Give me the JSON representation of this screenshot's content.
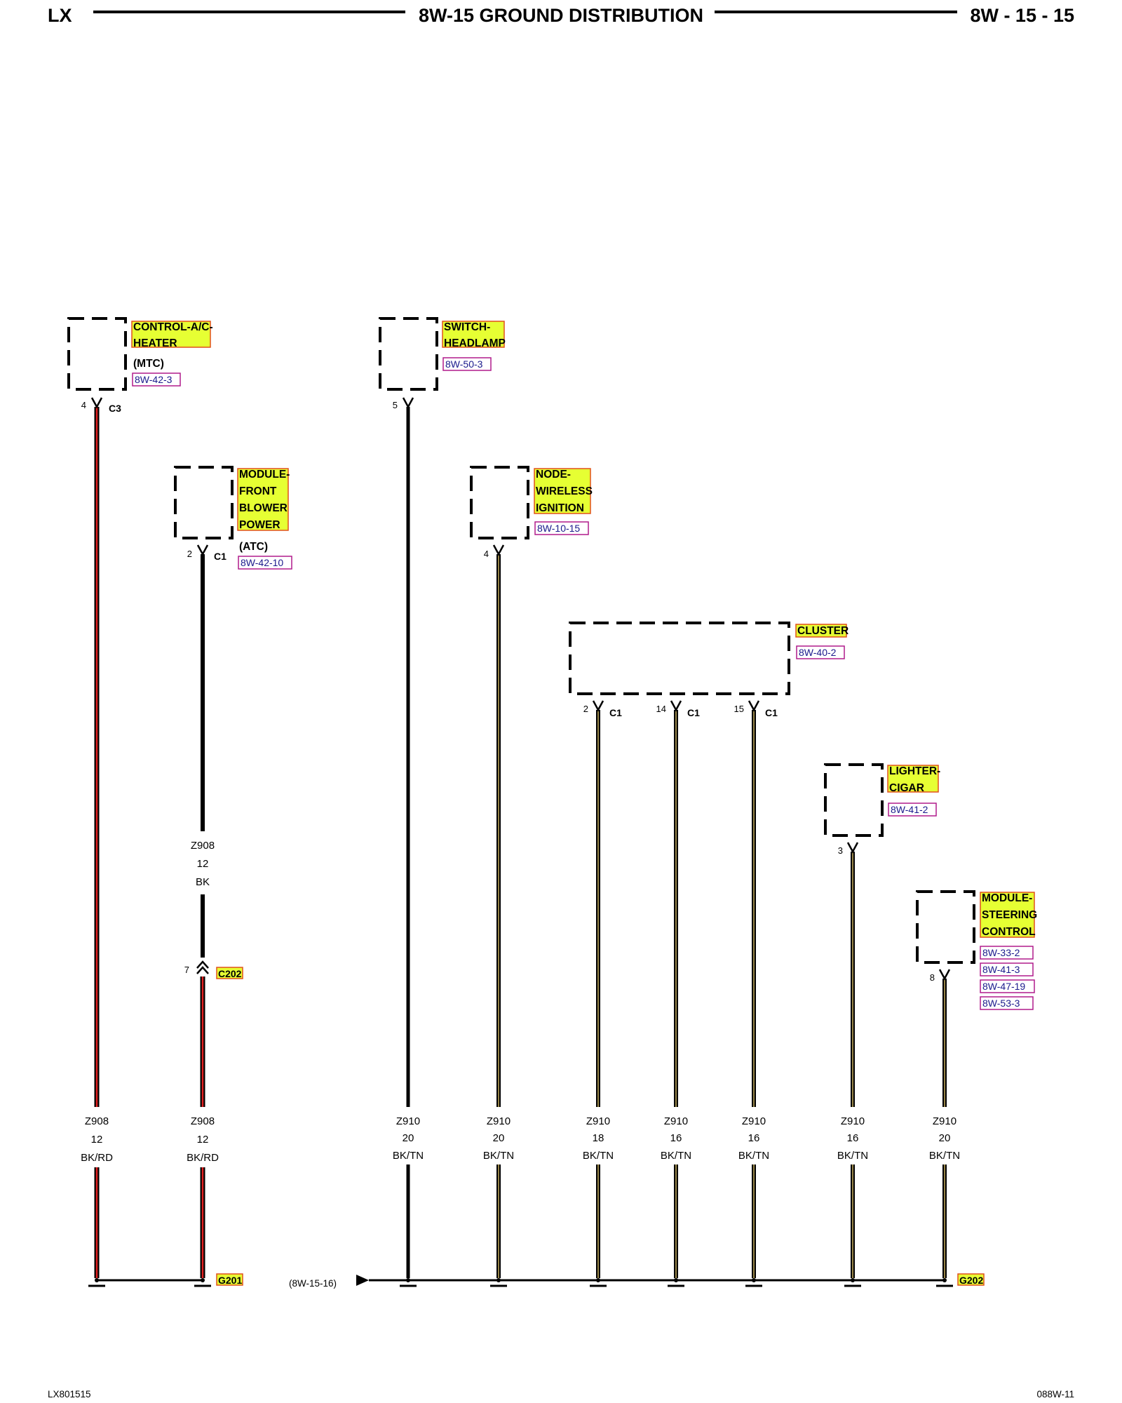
{
  "header": {
    "left": "LX",
    "title": "8W-15 GROUND DISTRIBUTION",
    "page": "8W - 15 - 15"
  },
  "footer": {
    "left": "LX801515",
    "right": "088W-11"
  },
  "colors": {
    "label_highlight": "#e6ff33",
    "label_border": "#e0501b",
    "ref_border": "#b01b8c",
    "wire_black": "#000000",
    "wire_red": "#e02020",
    "wire_tan": "#c8b060"
  },
  "components": [
    {
      "name_lines": [
        "CONTROL-A/C-",
        "HEATER"
      ],
      "variant": "(MTC)",
      "refs": [
        "8W-42-3"
      ],
      "pin": "4",
      "connector": "C3"
    },
    {
      "name_lines": [
        "MODULE-",
        "FRONT",
        "BLOWER",
        "POWER"
      ],
      "variant": "(ATC)",
      "refs": [
        "8W-42-10"
      ],
      "pin": "2",
      "connector": "C1"
    },
    {
      "name_lines": [
        "SWITCH-",
        "HEADLAMP"
      ],
      "variant": "",
      "refs": [
        "8W-50-3"
      ],
      "pin": "5",
      "connector": ""
    },
    {
      "name_lines": [
        "NODE-",
        "WIRELESS",
        "IGNITION"
      ],
      "variant": "",
      "refs": [
        "8W-10-15"
      ],
      "pin": "4",
      "connector": ""
    },
    {
      "name_lines": [
        "CLUSTER"
      ],
      "variant": "",
      "refs": [
        "8W-40-2"
      ],
      "pins": [
        {
          "pin": "2",
          "connector": "C1"
        },
        {
          "pin": "14",
          "connector": "C1"
        },
        {
          "pin": "15",
          "connector": "C1"
        }
      ]
    },
    {
      "name_lines": [
        "LIGHTER-",
        "CIGAR"
      ],
      "variant": "",
      "refs": [
        "8W-41-2"
      ],
      "pin": "3",
      "connector": ""
    },
    {
      "name_lines": [
        "MODULE-",
        "STEERING",
        "CONTROL"
      ],
      "variant": "",
      "refs": [
        "8W-33-2",
        "8W-41-3",
        "8W-47-19",
        "8W-53-3"
      ],
      "pin": "8",
      "connector": ""
    }
  ],
  "inline_wire": {
    "circuit": "Z908",
    "gauge": "12",
    "color": "BK"
  },
  "inline_connector": {
    "pin": "7",
    "name": "C202"
  },
  "wires": [
    {
      "circuit": "Z908",
      "gauge": "12",
      "color": "BK/RD"
    },
    {
      "circuit": "Z908",
      "gauge": "12",
      "color": "BK/RD"
    },
    {
      "circuit": "Z910",
      "gauge": "20",
      "color": "BK/TN"
    },
    {
      "circuit": "Z910",
      "gauge": "20",
      "color": "BK/TN"
    },
    {
      "circuit": "Z910",
      "gauge": "18",
      "color": "BK/TN"
    },
    {
      "circuit": "Z910",
      "gauge": "16",
      "color": "BK/TN"
    },
    {
      "circuit": "Z910",
      "gauge": "16",
      "color": "BK/TN"
    },
    {
      "circuit": "Z910",
      "gauge": "16",
      "color": "BK/TN"
    },
    {
      "circuit": "Z910",
      "gauge": "20",
      "color": "BK/TN"
    }
  ],
  "grounds": [
    "G201",
    "G202"
  ],
  "continuation_ref": "(8W-15-16)"
}
